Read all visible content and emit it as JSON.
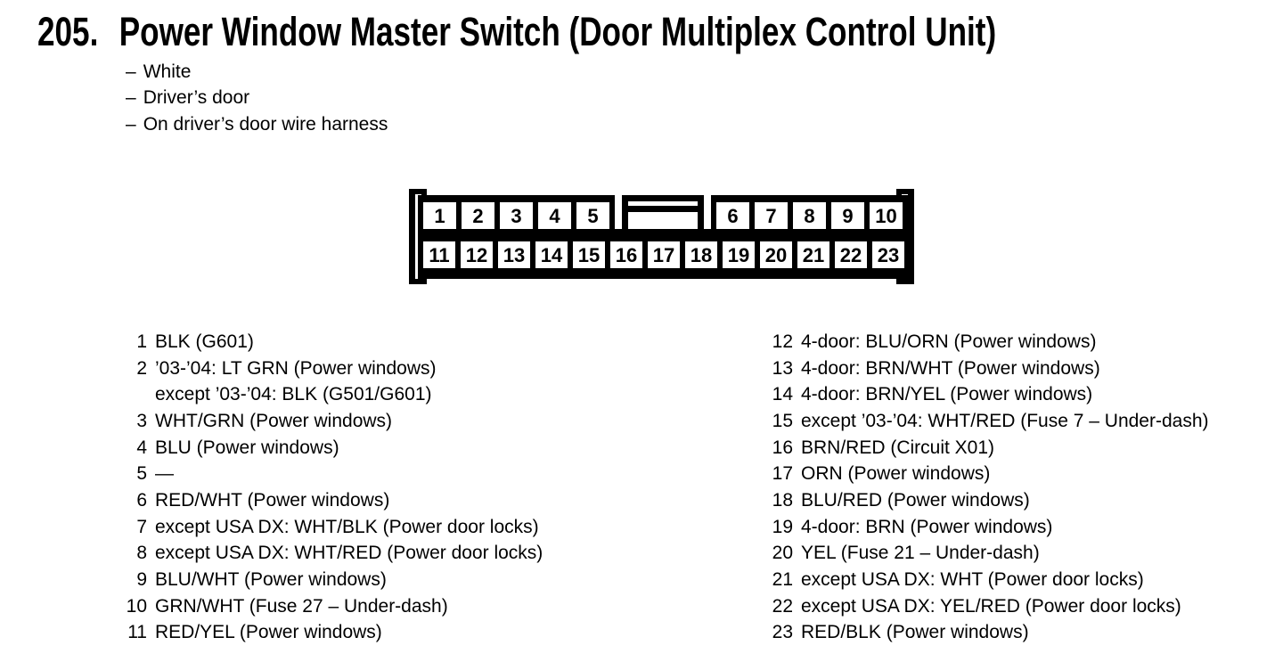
{
  "page": {
    "number": "205.",
    "title": "Power Window Master Switch (Door Multiplex Control Unit)",
    "bullet_prefix": "–",
    "bullets": [
      "White",
      "Driver’s door",
      "On driver’s door wire harness"
    ]
  },
  "connector": {
    "color_ink": "#000000",
    "color_paper": "#ffffff",
    "top_left_pins": [
      "1",
      "2",
      "3",
      "4",
      "5"
    ],
    "top_right_pins": [
      "6",
      "7",
      "8",
      "9",
      "10"
    ],
    "bottom_pins": [
      "11",
      "12",
      "13",
      "14",
      "15",
      "16",
      "17",
      "18",
      "19",
      "20",
      "21",
      "22",
      "23"
    ]
  },
  "pin_list": {
    "left": [
      {
        "num": "1",
        "text": "BLK (G601)"
      },
      {
        "num": "2",
        "text": "’03-’04: LT GRN (Power windows)"
      },
      {
        "num": "",
        "text": "except ’03-’04: BLK (G501/G601)"
      },
      {
        "num": "3",
        "text": "WHT/GRN (Power windows)"
      },
      {
        "num": "4",
        "text": "BLU (Power windows)"
      },
      {
        "num": "5",
        "text": "—"
      },
      {
        "num": "6",
        "text": "RED/WHT (Power windows)"
      },
      {
        "num": "7",
        "text": "except USA DX: WHT/BLK (Power door locks)"
      },
      {
        "num": "8",
        "text": "except USA DX: WHT/RED (Power door locks)"
      },
      {
        "num": "9",
        "text": "BLU/WHT (Power windows)"
      },
      {
        "num": "10",
        "text": "GRN/WHT (Fuse 27 – Under-dash)"
      },
      {
        "num": "11",
        "text": "RED/YEL (Power windows)"
      }
    ],
    "right": [
      {
        "num": "12",
        "text": "4-door: BLU/ORN (Power windows)"
      },
      {
        "num": "13",
        "text": "4-door: BRN/WHT (Power windows)"
      },
      {
        "num": "14",
        "text": "4-door: BRN/YEL (Power windows)"
      },
      {
        "num": "15",
        "text": "except ’03-’04: WHT/RED (Fuse 7 – Under-dash)"
      },
      {
        "num": "16",
        "text": "BRN/RED (Circuit X01)"
      },
      {
        "num": "17",
        "text": "ORN (Power windows)"
      },
      {
        "num": "18",
        "text": "BLU/RED (Power windows)"
      },
      {
        "num": "19",
        "text": "4-door: BRN (Power windows)"
      },
      {
        "num": "20",
        "text": "YEL (Fuse 21 – Under-dash)"
      },
      {
        "num": "21",
        "text": "except USA DX: WHT (Power door locks)"
      },
      {
        "num": "22",
        "text": "except USA DX: YEL/RED (Power door locks)"
      },
      {
        "num": "23",
        "text": "RED/BLK (Power windows)"
      }
    ]
  }
}
